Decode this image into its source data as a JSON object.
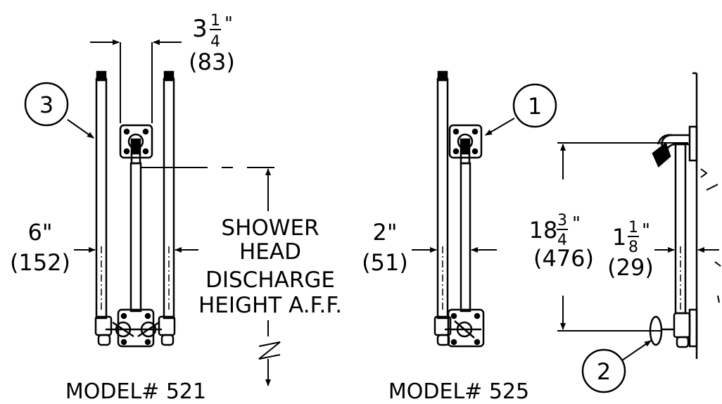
{
  "model_521": {
    "label": "MODEL# 521",
    "top_dim": {
      "whole": "3",
      "num": "1",
      "den": "4",
      "unit": "\"",
      "metric": "(83)"
    },
    "side_dim": {
      "imperial": "6\"",
      "metric": "(152)"
    },
    "callout": "3"
  },
  "model_525": {
    "label": "MODEL# 525",
    "side_dim": {
      "imperial": "2\"",
      "metric": "(51)"
    },
    "callout": "1"
  },
  "note": {
    "line1": "SHOWER",
    "line2": "HEAD",
    "line3": "DISCHARGE",
    "line4": "HEIGHT A.F.F."
  },
  "side_view": {
    "height_dim": {
      "whole": "18",
      "num": "3",
      "den": "4",
      "unit": "\"",
      "metric": "(476)"
    },
    "offset_dim": {
      "whole": "1",
      "num": "1",
      "den": "8",
      "unit": "\"",
      "metric": "(29)"
    },
    "callout": "2"
  }
}
